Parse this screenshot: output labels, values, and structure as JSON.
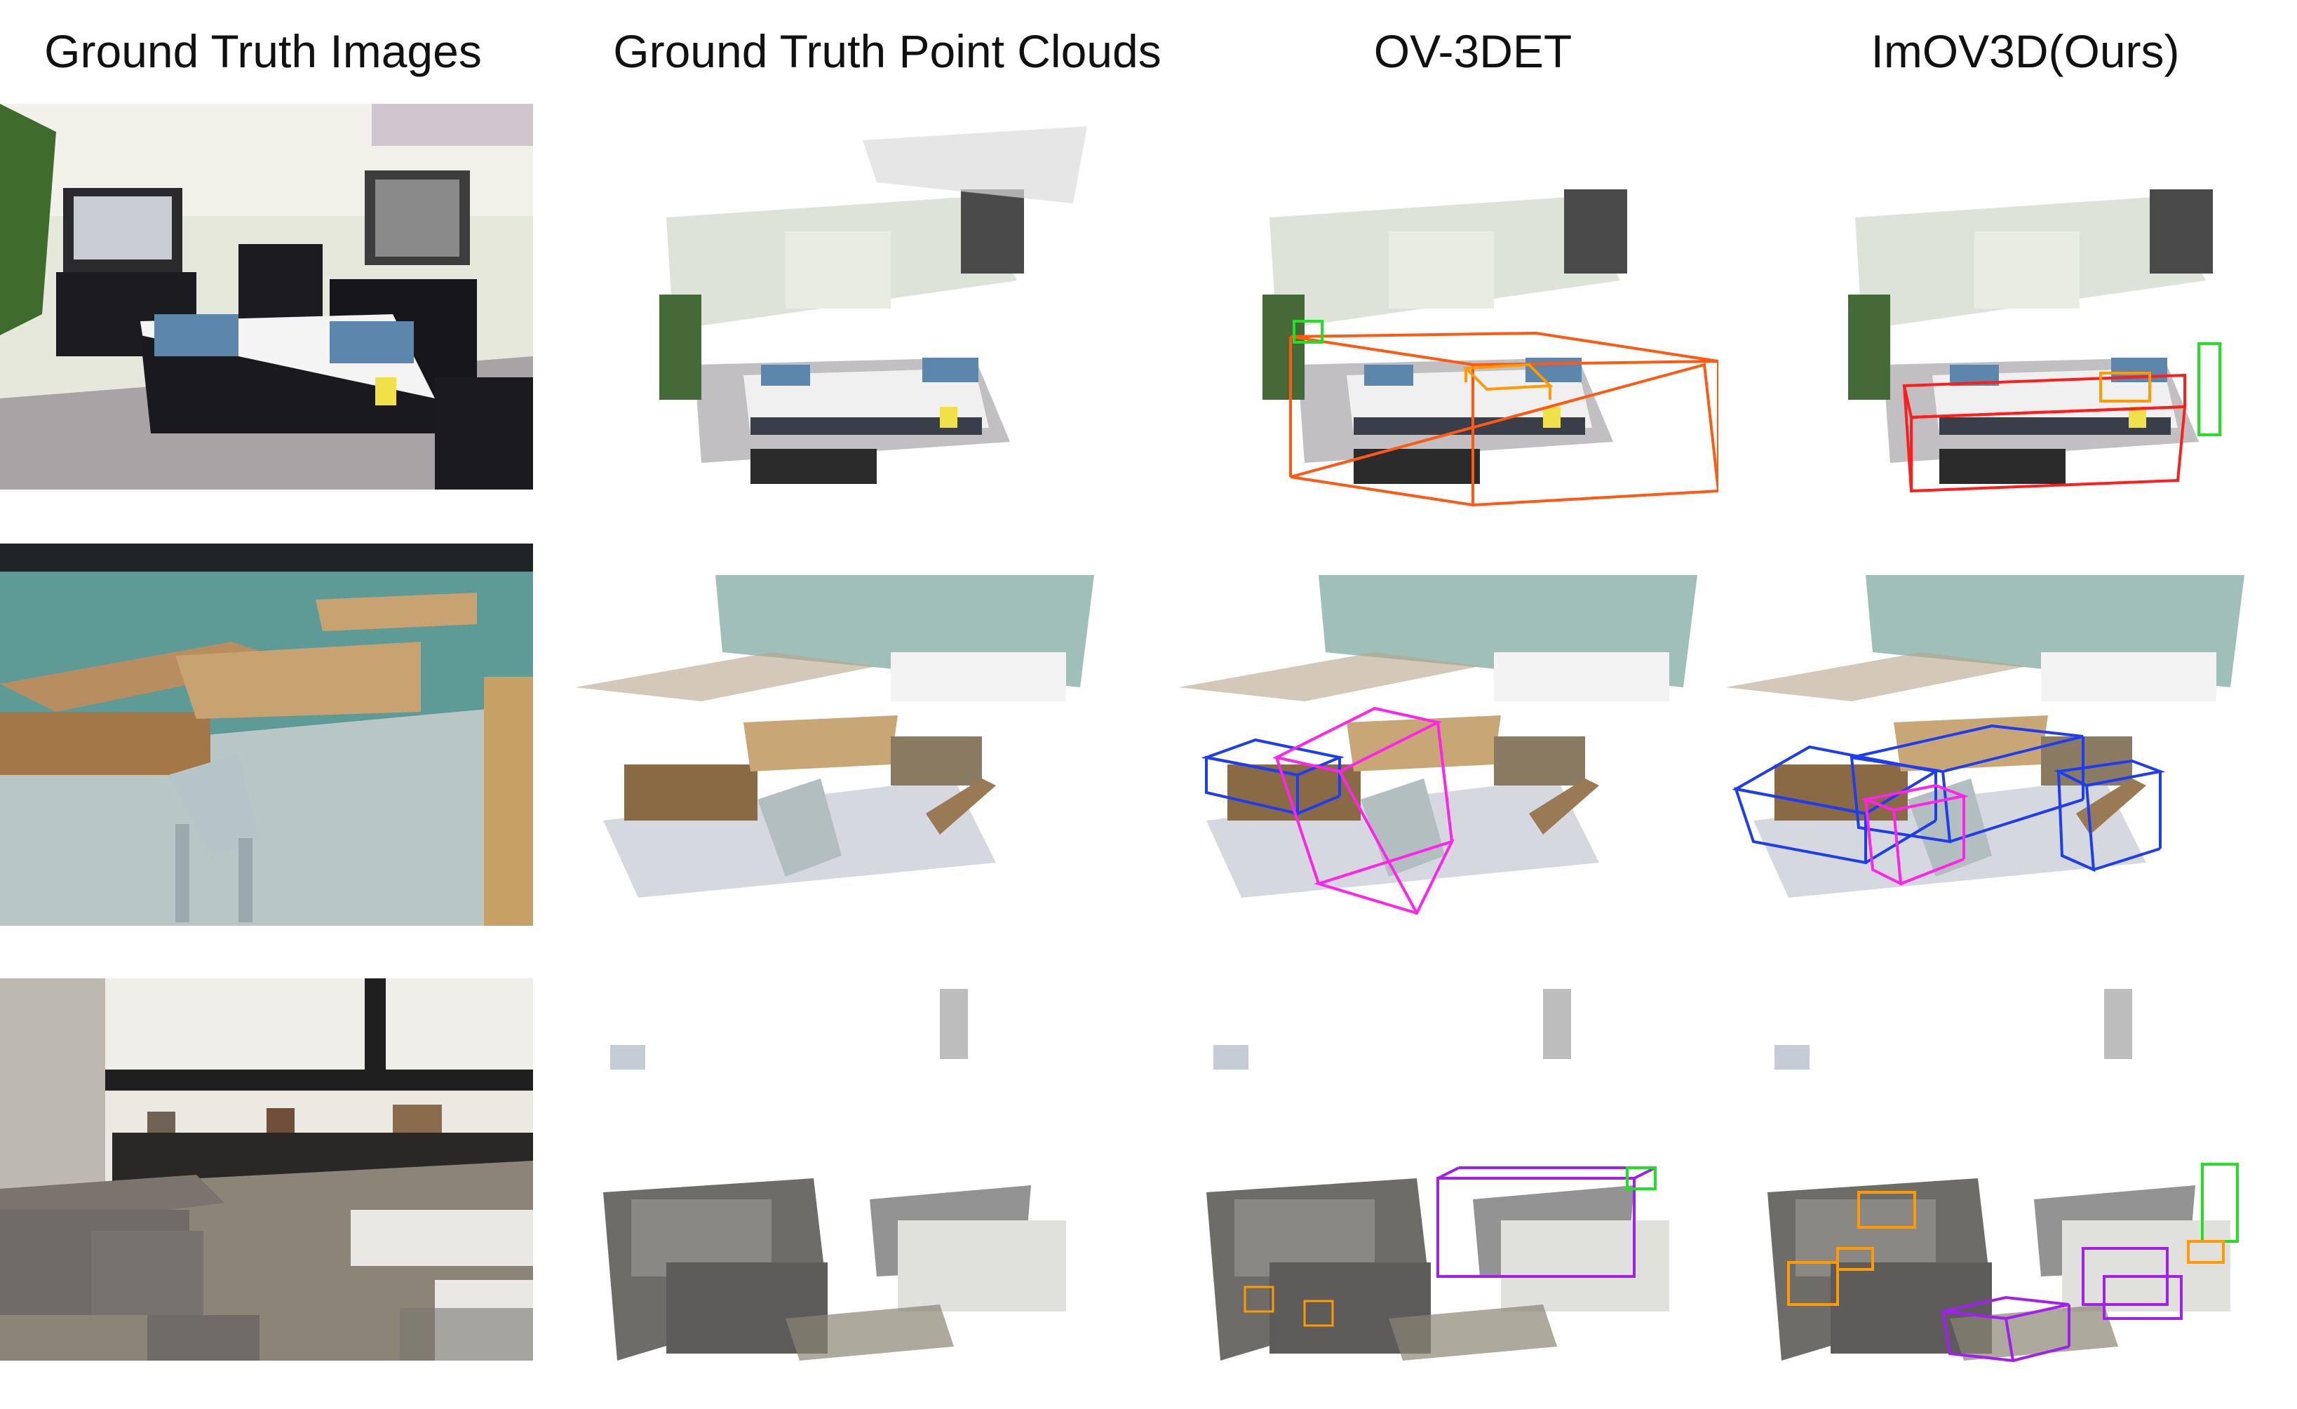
{
  "columns": [
    {
      "title": "Ground Truth Images"
    },
    {
      "title": "Ground Truth Point Clouds"
    },
    {
      "title": "OV-3DET"
    },
    {
      "title": "ImOV3D(Ours)"
    }
  ],
  "rows": [
    {
      "scene": "bedroom-showroom"
    },
    {
      "scene": "dining-table-bench"
    },
    {
      "scene": "sofa-living-room"
    }
  ],
  "box_colors": {
    "orange_red": "#ff5a14",
    "red": "#ff1e1e",
    "green": "#22e022",
    "orange": "#ff9a00",
    "blue": "#1e3cf0",
    "magenta": "#ff24e8",
    "purple": "#a020f0"
  }
}
